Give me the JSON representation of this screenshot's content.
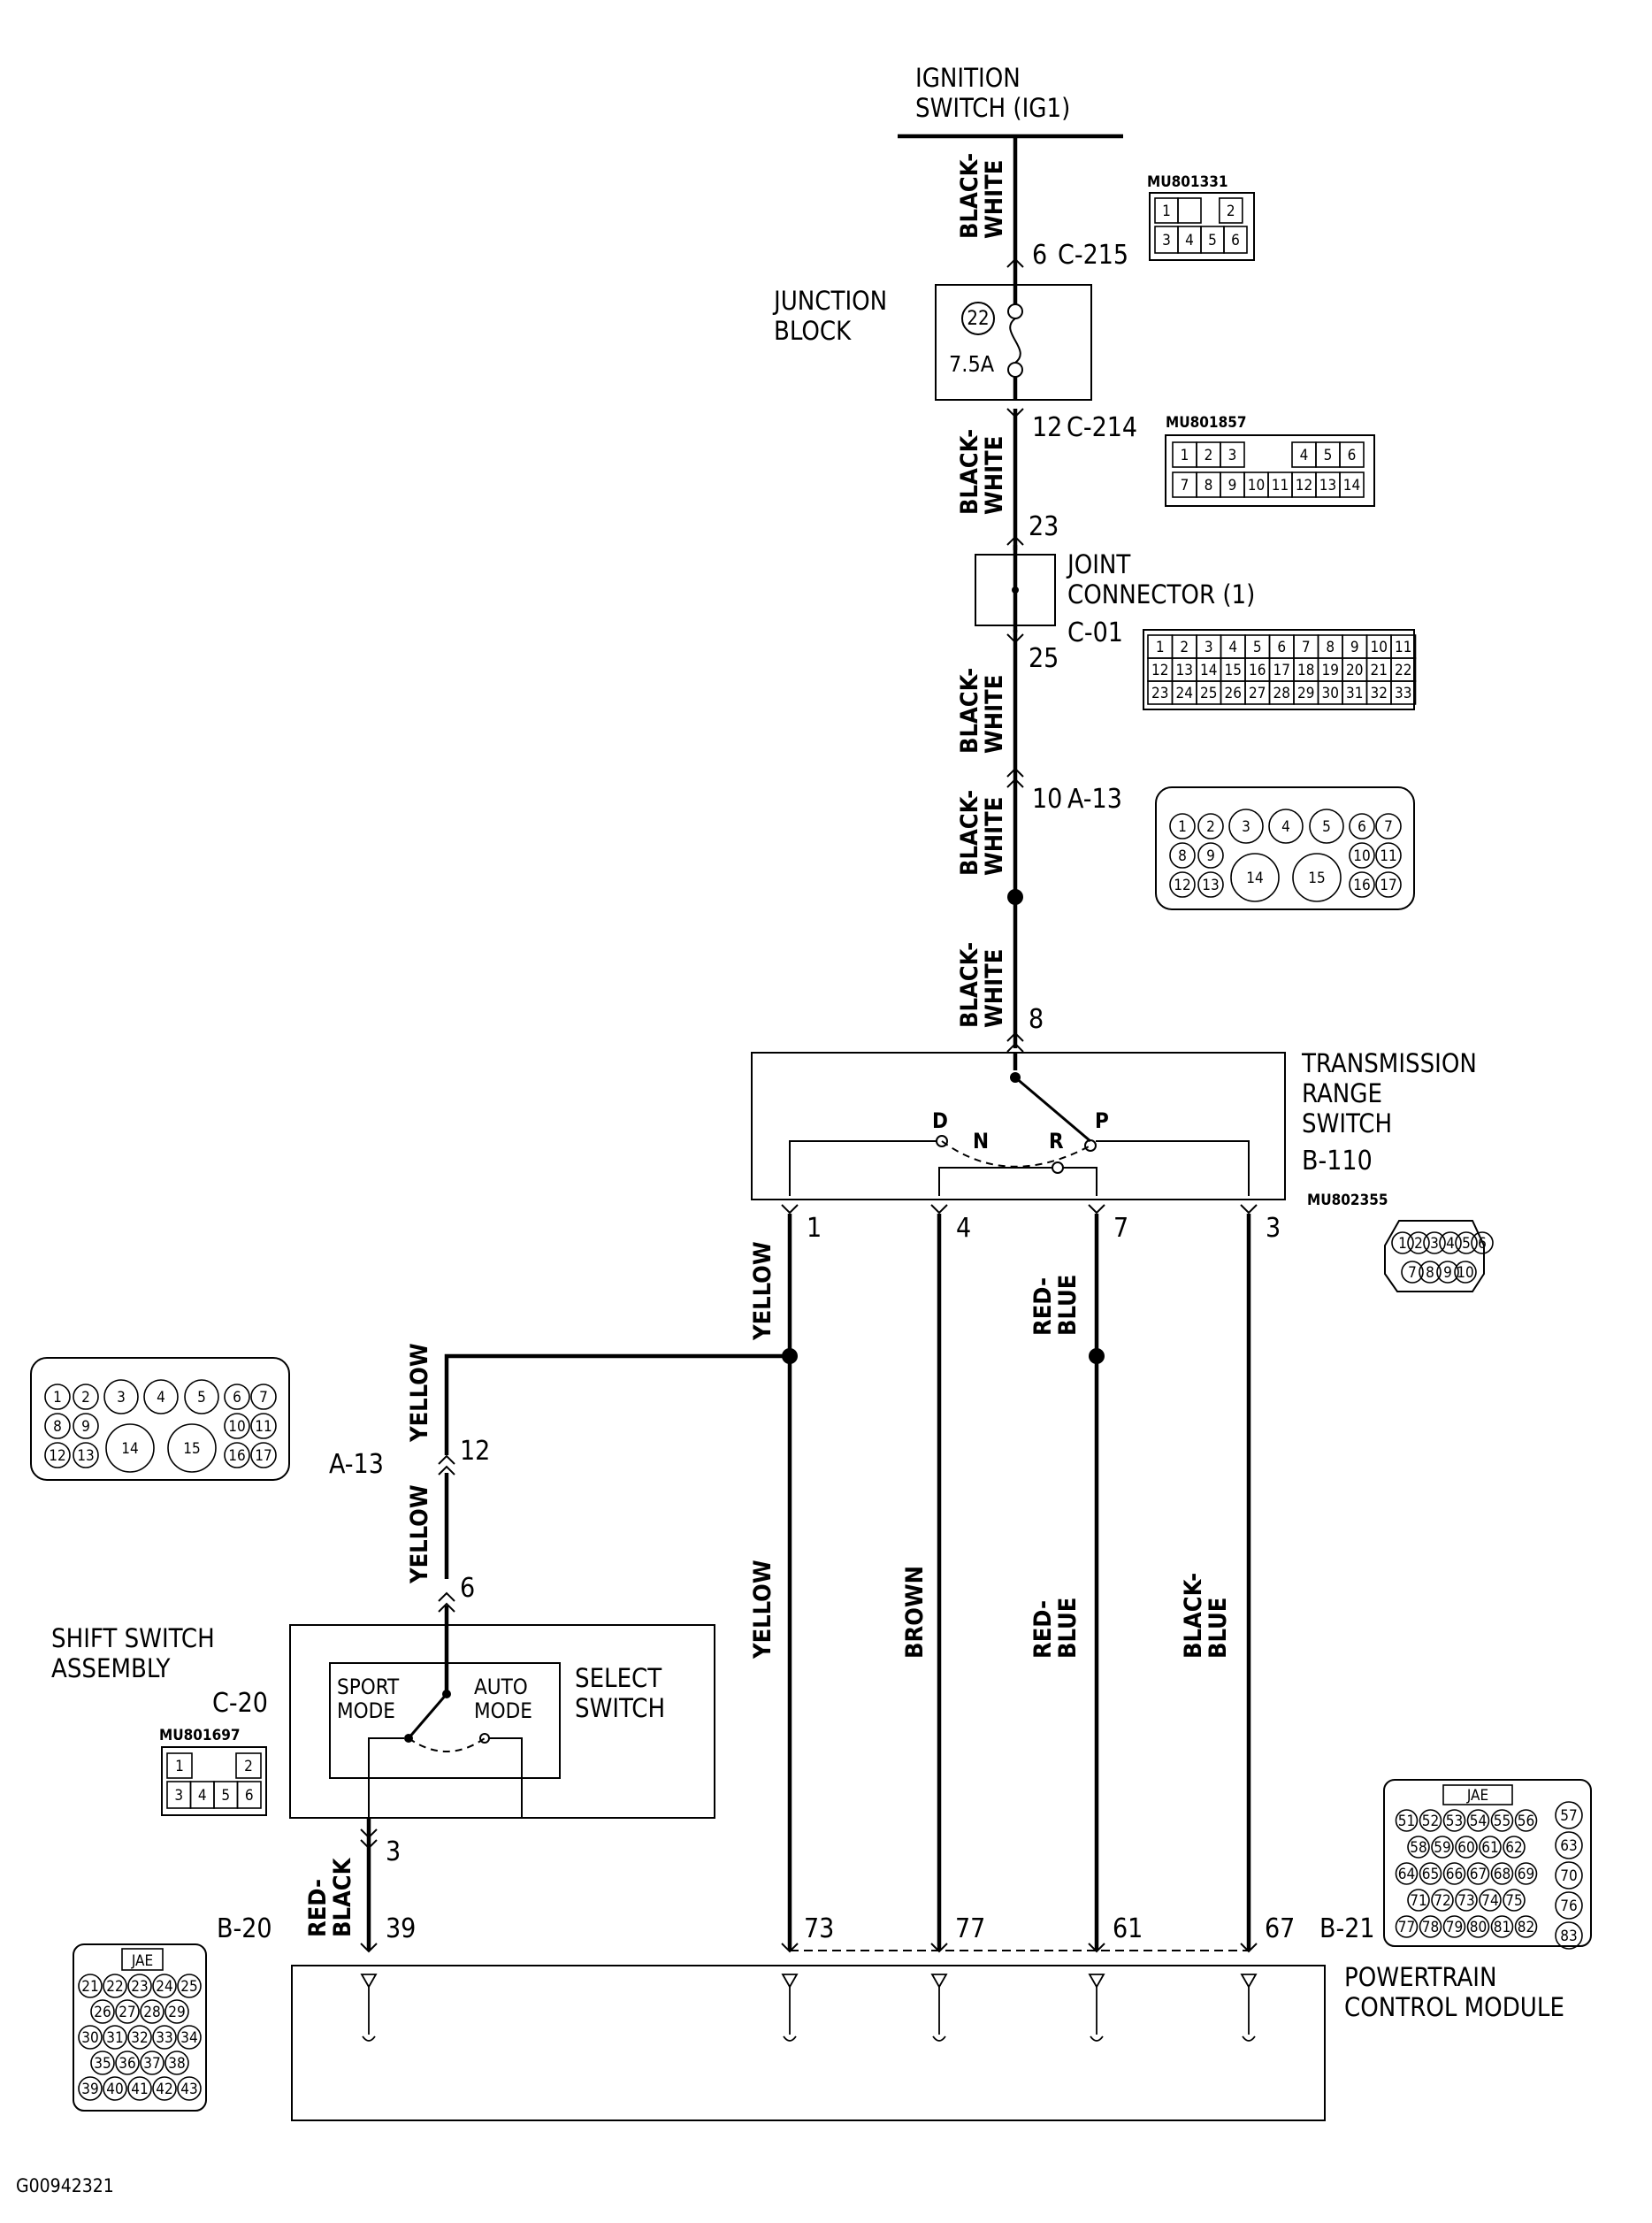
{
  "labels": {
    "ignition": [
      "IGNITION",
      "SWITCH (IG1)"
    ],
    "junction_block": [
      "JUNCTION",
      "BLOCK"
    ],
    "fuse_number": "22",
    "fuse_rating": "7.5A",
    "joint_connector": [
      "JOINT",
      "CONNECTOR (1)"
    ],
    "transmission_range_switch": [
      "TRANSMISSION",
      "RANGE",
      "SWITCH"
    ],
    "shift_switch_assembly": [
      "SHIFT SWITCH",
      "ASSEMBLY"
    ],
    "sport_mode": [
      "SPORT",
      "MODE"
    ],
    "auto_mode": [
      "AUTO",
      "MODE"
    ],
    "select_switch": [
      "SELECT",
      "SWITCH"
    ],
    "pcm": [
      "POWERTRAIN",
      "CONTROL MODULE"
    ],
    "figure_id": "G00942321"
  },
  "connector_ids": {
    "c215": "C-215",
    "c214": "C-214",
    "c01": "C-01",
    "a13": "A-13",
    "b110": "B-110",
    "c20": "C-20",
    "b20": "B-20",
    "b21": "B-21"
  },
  "part_numbers": {
    "c215": "MU801331",
    "c214": "MU801857",
    "b110": "MU802355",
    "c20": "MU801697",
    "jae": "JAE"
  },
  "switch_positions": {
    "d": "D",
    "n": "N",
    "r": "R",
    "p": "P"
  },
  "pins": {
    "c215": "6",
    "c214": "12",
    "jc_in": "23",
    "jc_out": "25",
    "a13_top": "10",
    "trs_in": "8",
    "trs_1": "1",
    "trs_4": "4",
    "trs_7": "7",
    "trs_3": "3",
    "a13_left": "12",
    "c20_in": "6",
    "c20_out": "3",
    "b20": "39",
    "b21_73": "73",
    "b21_77": "77",
    "b21_61": "61",
    "b21_67": "67"
  },
  "wire_colors": {
    "black_white": [
      "BLACK-",
      "WHITE"
    ],
    "yellow": "YELLOW",
    "brown": "BROWN",
    "red_blue": [
      "RED-",
      "BLUE"
    ],
    "black_blue": [
      "BLACK-",
      "BLUE"
    ],
    "red_black": [
      "RED-",
      "BLACK"
    ]
  },
  "connector_faces": {
    "c215": {
      "top": [
        "1",
        "",
        "2"
      ],
      "bottom": [
        "3",
        "4",
        "5",
        "6"
      ]
    },
    "c214": {
      "top": [
        "1",
        "2",
        "3",
        "",
        "",
        "4",
        "5",
        "6"
      ],
      "bottom": [
        "7",
        "8",
        "9",
        "10",
        "11",
        "12",
        "13",
        "14"
      ]
    },
    "c01": {
      "rows": [
        [
          "1",
          "2",
          "3",
          "4",
          "5",
          "6",
          "7",
          "8",
          "9",
          "10",
          "11"
        ],
        [
          "12",
          "13",
          "14",
          "15",
          "16",
          "17",
          "18",
          "19",
          "20",
          "21",
          "22"
        ],
        [
          "23",
          "24",
          "25",
          "26",
          "27",
          "28",
          "29",
          "30",
          "31",
          "32",
          "33"
        ]
      ]
    },
    "a13": {
      "row1": [
        "1",
        "2",
        "3",
        "4",
        "5",
        "6",
        "7"
      ],
      "row2": [
        "8",
        "9",
        "10",
        "11"
      ],
      "row3": [
        "12",
        "13",
        "14",
        "15",
        "16",
        "17"
      ]
    },
    "b110": {
      "row1": [
        "1",
        "2",
        "3",
        "4",
        "5",
        "6"
      ],
      "row2": [
        "7",
        "8",
        "9",
        "10"
      ]
    },
    "c20": {
      "top": [
        "1",
        "2"
      ],
      "bottom": [
        "3",
        "4",
        "5",
        "6"
      ]
    },
    "b20": {
      "rows": [
        [
          "21",
          "22",
          "23",
          "24",
          "25"
        ],
        [
          "26",
          "27",
          "28",
          "29"
        ],
        [
          "30",
          "31",
          "32",
          "33",
          "34"
        ],
        [
          "35",
          "36",
          "37",
          "38"
        ],
        [
          "39",
          "40",
          "41",
          "42",
          "43"
        ]
      ]
    },
    "b21": {
      "rows": [
        [
          "51",
          "52",
          "53",
          "54",
          "55",
          "56"
        ],
        [
          "58",
          "59",
          "60",
          "61",
          "62"
        ],
        [
          "64",
          "65",
          "66",
          "67",
          "68",
          "69"
        ],
        [
          "71",
          "72",
          "73",
          "74",
          "75"
        ],
        [
          "77",
          "78",
          "79",
          "80",
          "81",
          "82"
        ]
      ],
      "side": [
        "57",
        "63",
        "70",
        "76",
        "83"
      ]
    }
  }
}
